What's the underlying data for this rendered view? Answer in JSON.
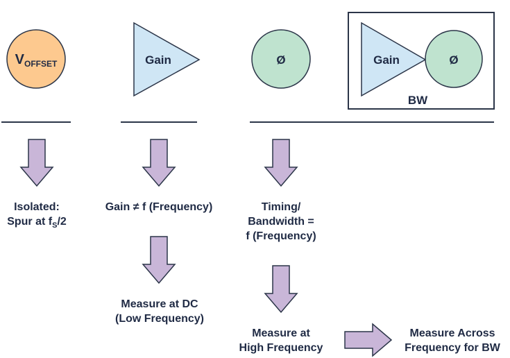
{
  "shapes": {
    "voffset": {
      "main": "V",
      "sub": "OFFSET"
    },
    "gain": "Gain",
    "phase": "Ø",
    "combo_gain": "Gain",
    "combo_phase": "Ø",
    "combo_caption": "BW"
  },
  "labels": {
    "isolated": {
      "line1": "Isolated:",
      "line2_prefix": "Spur at f",
      "line2_sub": "S",
      "line2_suffix": "/2"
    },
    "gain_freq": "Gain ≠ f (Frequency)",
    "measure_dc": {
      "line1": "Measure at DC",
      "line2": "(Low Frequency)"
    },
    "timing": {
      "line1": "Timing/",
      "line2": "Bandwidth =",
      "line3": "f (Frequency)"
    },
    "measure_high": {
      "line1": "Measure at",
      "line2": "High Frequency"
    },
    "measure_across": {
      "line1": "Measure Across",
      "line2": "Frequency for BW"
    }
  },
  "colors": {
    "offset_fill": "#fdc98f",
    "gain_fill": "#cfe6f5",
    "phase_fill": "#bfe3cf",
    "arrow_fill": "#c9b6d8",
    "stroke": "#2b3548",
    "text": "#1f2a44"
  }
}
